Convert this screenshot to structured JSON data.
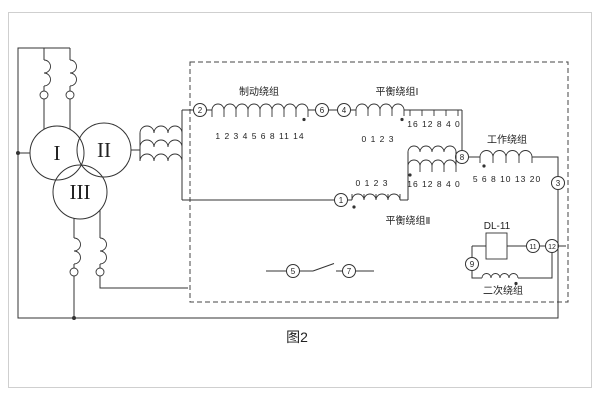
{
  "figure": {
    "caption": "图2"
  },
  "transformer": {
    "w1": "I",
    "w2": "II",
    "w3": "III"
  },
  "windings": {
    "brake": {
      "label": "制动绕组",
      "taps": "1 2 3 4 5 6 8 11 14"
    },
    "balance1": {
      "label": "平衡绕组Ⅰ",
      "taps_right": "16 12 8 4 0",
      "taps_below": "0 1 2 3"
    },
    "mid": {
      "taps": "16 12 8 4 0"
    },
    "balance2": {
      "label": "平衡绕组Ⅱ",
      "taps_above": "0 1 2 3"
    },
    "work": {
      "label": "工作绕组",
      "taps": "5 6 8 10 13 20"
    }
  },
  "relay": {
    "label": "DL-11"
  },
  "secondary": {
    "label": "二次绕组"
  },
  "terminals": {
    "t1": "1",
    "t2": "2",
    "t3": "3",
    "t4": "4",
    "t5": "5",
    "t6": "6",
    "t7": "7",
    "t8": "8",
    "t9": "9",
    "t11": "11",
    "t12": "12"
  }
}
